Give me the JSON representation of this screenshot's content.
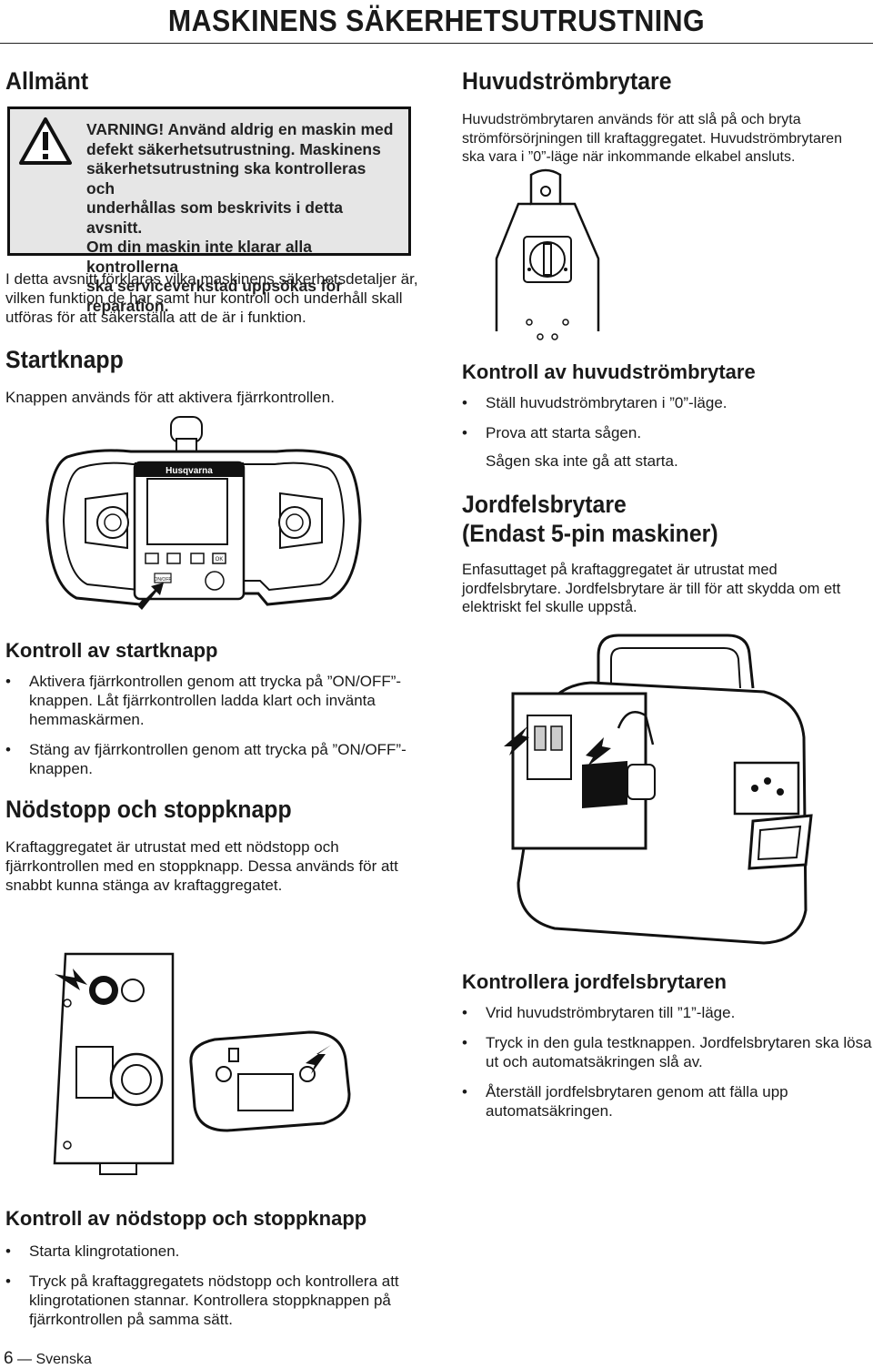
{
  "header": {
    "title": "MASKINENS SÄKERHETSUTRUSTNING"
  },
  "left": {
    "general": {
      "heading": "Allmänt",
      "warning_lines": [
        "VARNING! Använd aldrig en maskin med",
        "defekt säkerhetsutrustning. Maskinens",
        "säkerhetsutrustning ska kontrolleras och",
        "underhållas som beskrivits i detta avsnitt.",
        "Om din maskin inte klarar alla kontrollerna",
        "ska serviceverkstad uppsökas för",
        "reparation."
      ],
      "intro_lines": [
        "I detta avsnitt förklaras vilka maskinens säkerhetsdetaljer är,",
        "vilken funktion de har samt hur kontroll och underhåll skall",
        "utföras för att säkerställa att de är i funktion."
      ]
    },
    "start_button": {
      "heading": "Startknapp",
      "text": "Knappen används för att aktivera fjärrkontrollen.",
      "remote_labels": {
        "brand": "Husqvarna",
        "ok": "OK",
        "onoff": "ON/OFF"
      }
    },
    "check_start": {
      "heading": "Kontroll av startknapp",
      "items": [
        [
          "Aktivera fjärrkontrollen genom att trycka på ”ON/OFF”-",
          "knappen. Låt fjärrkontrollen ladda klart och invänta",
          "hemmaskärmen."
        ],
        [
          "Stäng av fjärrkontrollen genom att trycka på ”ON/OFF”-",
          "knappen."
        ]
      ]
    },
    "emergency": {
      "heading": "Nödstopp och stoppknapp",
      "lines": [
        "Kraftaggregatet är utrustat med ett nödstopp och",
        "fjärrkontrollen med en stoppknapp. Dessa används för att",
        "snabbt kunna stänga av kraftaggregatet."
      ]
    },
    "check_emergency": {
      "heading": "Kontroll av nödstopp och stoppknapp",
      "items": [
        [
          "Starta klingrotationen."
        ],
        [
          "Tryck på kraftaggregatets nödstopp och kontrollera att",
          "klingrotationen stannar. Kontrollera stoppknappen på",
          "fjärrkontrollen på samma sätt."
        ]
      ]
    }
  },
  "right": {
    "main_switch": {
      "heading": "Huvudströmbrytare",
      "lines": [
        "Huvudströmbrytaren används för att slå på och bryta",
        "strömförsörjningen till kraftaggregatet. Huvudströmbrytaren",
        "ska vara i ”0”-läge när inkommande elkabel ansluts."
      ]
    },
    "check_main_switch": {
      "heading": "Kontroll av huvudströmbrytare",
      "items": [
        "Ställ huvudströmbrytaren i ”0”-läge.",
        "Prova att starta sågen."
      ],
      "note": "Sågen ska inte gå att starta."
    },
    "rcd": {
      "heading_lines": [
        "Jordfelsbrytare",
        "(Endast 5-pin maskiner)"
      ],
      "lines": [
        "Enfasuttaget på kraftaggregatet är utrustat med",
        "jordfelsbrytare. Jordfelsbrytare är till för att skydda om ett",
        "elektriskt fel skulle uppstå."
      ]
    },
    "check_rcd": {
      "heading": "Kontrollera jordfelsbrytaren",
      "items": [
        [
          "Vrid huvudströmbrytaren till ”1”-läge."
        ],
        [
          "Tryck in den gula testknappen. Jordfelsbrytaren ska lösa",
          "ut och automatsäkringen slå av."
        ],
        [
          "Återställ jordfelsbrytaren genom att fälla upp",
          "automatsäkringen."
        ]
      ]
    }
  },
  "footer": {
    "page_number": "6",
    "language": "Svenska",
    "separator": "—"
  }
}
